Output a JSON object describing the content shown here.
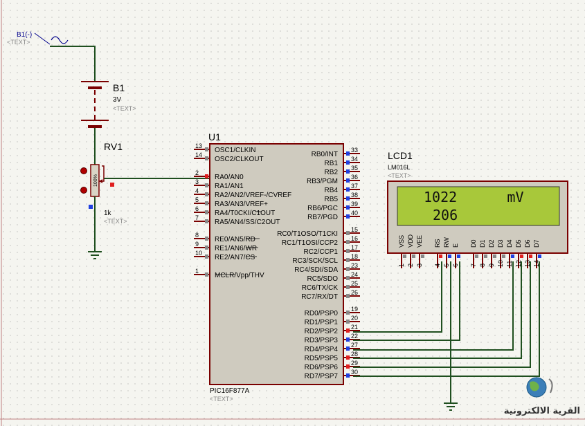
{
  "source": {
    "label": "B1(-)",
    "tag": "<TEXT>"
  },
  "battery": {
    "ref": "B1",
    "value": "3V",
    "tag": "<TEXT>"
  },
  "pot": {
    "ref": "RV1",
    "value": "1k",
    "tag": "<TEXT>",
    "body_text": "100%"
  },
  "mcu": {
    "ref": "U1",
    "part": "PIC16F877A",
    "tag": "<TEXT>",
    "left_pins": [
      {
        "num": "13",
        "name": "OSC1/CLKIN"
      },
      {
        "num": "14",
        "name": "OSC2/CLKOUT"
      },
      {
        "num": "2",
        "name": "RA0/AN0"
      },
      {
        "num": "3",
        "name": "RA1/AN1"
      },
      {
        "num": "4",
        "name": "RA2/AN2/VREF-/CVREF"
      },
      {
        "num": "5",
        "name": "RA3/AN3/VREF+"
      },
      {
        "num": "6",
        "name": "RA4/T0CKI/C1OUT"
      },
      {
        "num": "7",
        "name": "RA5/AN4/SS/C2OUT"
      },
      {
        "num": "8",
        "name": "RE0/AN5/RD"
      },
      {
        "num": "9",
        "name": "RE1/AN6/WR"
      },
      {
        "num": "10",
        "name": "RE2/AN7/CS"
      },
      {
        "num": "1",
        "name": "MCLR/Vpp/THV"
      }
    ],
    "right_pins": [
      {
        "num": "33",
        "name": "RB0/INT"
      },
      {
        "num": "34",
        "name": "RB1"
      },
      {
        "num": "35",
        "name": "RB2"
      },
      {
        "num": "36",
        "name": "RB3/PGM"
      },
      {
        "num": "37",
        "name": "RB4"
      },
      {
        "num": "38",
        "name": "RB5"
      },
      {
        "num": "39",
        "name": "RB6/PGC"
      },
      {
        "num": "40",
        "name": "RB7/PGD"
      },
      {
        "num": "15",
        "name": "RC0/T1OSO/T1CKI"
      },
      {
        "num": "16",
        "name": "RC1/T1OSI/CCP2"
      },
      {
        "num": "17",
        "name": "RC2/CCP1"
      },
      {
        "num": "18",
        "name": "RC3/SCK/SCL"
      },
      {
        "num": "23",
        "name": "RC4/SDI/SDA"
      },
      {
        "num": "24",
        "name": "RC5/SDO"
      },
      {
        "num": "25",
        "name": "RC6/TX/CK"
      },
      {
        "num": "26",
        "name": "RC7/RX/DT"
      },
      {
        "num": "19",
        "name": "RD0/PSP0"
      },
      {
        "num": "20",
        "name": "RD1/PSP1"
      },
      {
        "num": "21",
        "name": "RD2/PSP2"
      },
      {
        "num": "22",
        "name": "RD3/PSP3"
      },
      {
        "num": "27",
        "name": "RD4/PSP4"
      },
      {
        "num": "28",
        "name": "RD5/PSP5"
      },
      {
        "num": "29",
        "name": "RD6/PSP6"
      },
      {
        "num": "30",
        "name": "RD7/PSP7"
      }
    ]
  },
  "lcd": {
    "ref": "LCD1",
    "part": "LM016L",
    "tag": "<TEXT>",
    "line1": "1022      mV",
    "line2": "206",
    "pins": [
      {
        "num": "1",
        "name": "VSS"
      },
      {
        "num": "2",
        "name": "VDD"
      },
      {
        "num": "3",
        "name": "VEE"
      },
      {
        "num": "4",
        "name": "RS"
      },
      {
        "num": "5",
        "name": "RW"
      },
      {
        "num": "6",
        "name": "E"
      },
      {
        "num": "7",
        "name": "D0"
      },
      {
        "num": "8",
        "name": "D1"
      },
      {
        "num": "9",
        "name": "D2"
      },
      {
        "num": "10",
        "name": "D3"
      },
      {
        "num": "11",
        "name": "D4"
      },
      {
        "num": "12",
        "name": "D5"
      },
      {
        "num": "13",
        "name": "D6"
      },
      {
        "num": "14",
        "name": "D7"
      }
    ]
  },
  "watermark": {
    "text": "القرية الالكترونية"
  },
  "colors": {
    "wire": "#1f4f1f",
    "pin": "#7a0000",
    "mcu_body": "#cfcbbf",
    "lcd_screen": "#a8c83a",
    "border": "#c08080"
  }
}
